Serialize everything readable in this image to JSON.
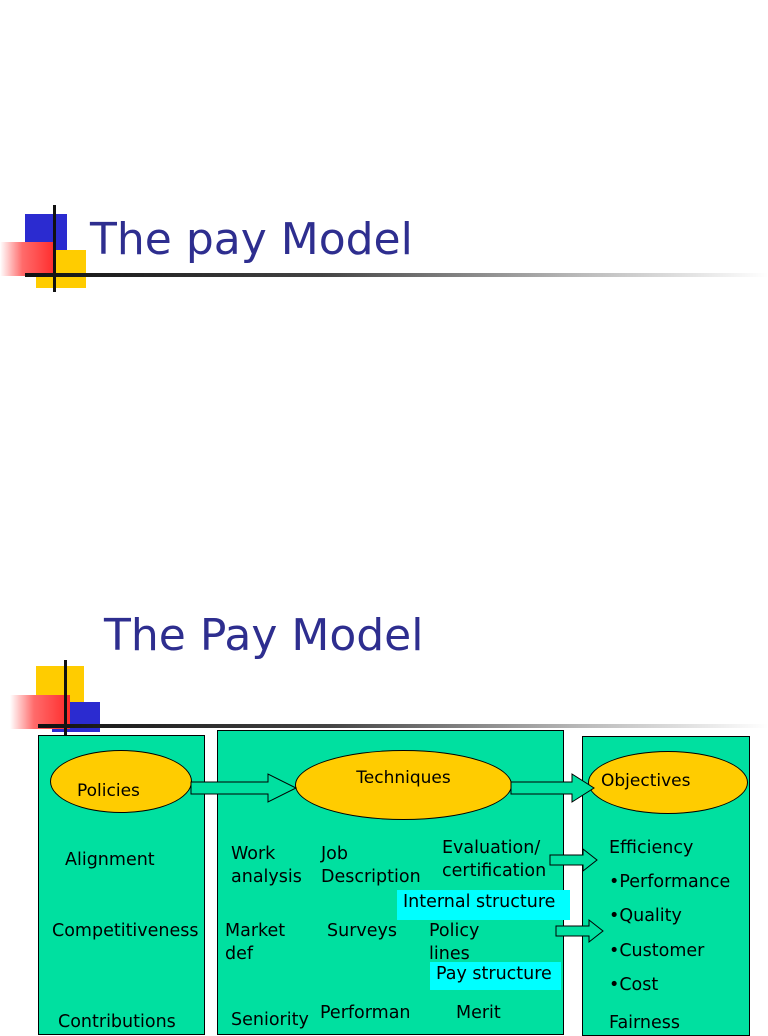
{
  "slide1": {
    "title": "The pay Model"
  },
  "slide2": {
    "title": "The Pay Model"
  },
  "diagram": {
    "colors": {
      "panel": "#00e0a0",
      "oval": "#ffcc00",
      "highlight": "#00ffff",
      "title": "#2e2e8f"
    },
    "policies": {
      "label": "Policies",
      "items": [
        "Alignment",
        "Competitiveness",
        "Contributions"
      ]
    },
    "techniques": {
      "label": "Techniques",
      "work_analysis": "Work\nanalysis",
      "job_description": "Job\nDescription",
      "evaluation": "Evaluation/\ncertification",
      "internal_structure": "Internal structure",
      "market_def": "Market\ndef",
      "surveys": "Surveys",
      "policy_lines": "Policy\nlines",
      "pay_structure": "Pay structure",
      "seniority": "Seniority",
      "performance": "Performan",
      "merit": "Merit"
    },
    "objectives": {
      "label": "Objectives",
      "items": [
        "Efficiency",
        "•Performance",
        "•Quality",
        "•Customer",
        "•Cost",
        "Fairness"
      ]
    }
  }
}
